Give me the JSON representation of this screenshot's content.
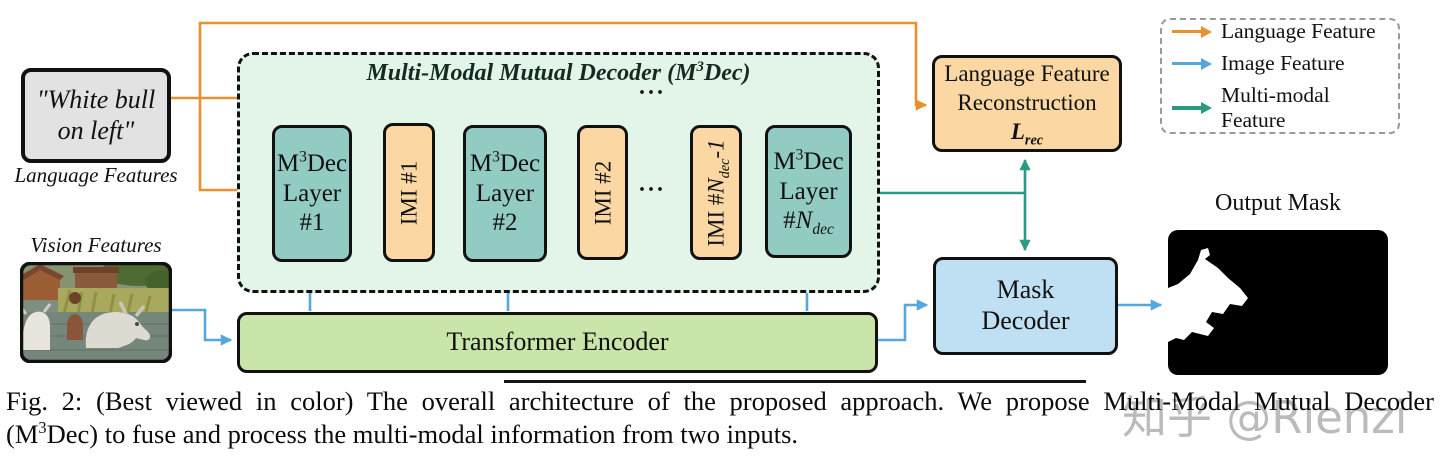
{
  "figure": {
    "caption_line1": "Fig. 2: (Best viewed in color) The overall architecture of the proposed approach. We propose Multi-Modal Mutual Decoder",
    "caption_line2_pre": "(M",
    "caption_line2_sup": "3",
    "caption_line2_post": "Dec) to fuse and process the multi-modal information from two inputs.",
    "watermark": "知乎 @Rienzi"
  },
  "inputs": {
    "language_text_line1": "\"White bull",
    "language_text_line2": "on left\"",
    "language_label": "Language Features",
    "vision_label": "Vision Features"
  },
  "decoder": {
    "title_pre": "Multi-Modal Mutual Decoder (M",
    "title_sup": "3",
    "title_post": "Dec)",
    "dots": "···",
    "layer1": {
      "m": "M",
      "sup": "3",
      "dec": "Dec",
      "word": "Layer",
      "num": "#1"
    },
    "layer2": {
      "m": "M",
      "sup": "3",
      "dec": "Dec",
      "word": "Layer",
      "num": "#2"
    },
    "layerN": {
      "m": "M",
      "sup": "3",
      "dec": "Dec",
      "word": "Layer",
      "hash": "#",
      "n": "N",
      "sub": "dec"
    },
    "imi1": "IMI #1",
    "imi2": "IMI #2",
    "imiN": {
      "pre": "IMI #",
      "n": "N",
      "sub": "dec",
      "post": "-1"
    }
  },
  "encoder": {
    "label": "Transformer Encoder"
  },
  "reconstruction": {
    "line1": "Language Feature",
    "line2": "Reconstruction",
    "loss_l": "L",
    "loss_sub": "rec"
  },
  "mask_decoder": {
    "line1": "Mask",
    "line2": "Decoder"
  },
  "output": {
    "label": "Output Mask"
  },
  "legend": {
    "items": [
      {
        "label": "Language Feature",
        "color": "#E8912E"
      },
      {
        "label": "Image Feature",
        "color": "#55A7DC"
      },
      {
        "label": "Multi-modal Feature",
        "color": "#2A9B82"
      }
    ]
  },
  "colors": {
    "language_arrow": "#E8912E",
    "image_arrow": "#55A7DC",
    "multimodal_arrow": "#2A9B82",
    "decoder_background": "#E3F5E8",
    "layer_fill": "#92CBC2",
    "imi_fill": "#FAD7A3",
    "encoder_fill": "#C9E5A9",
    "reconstruction_fill": "#FAD7A3",
    "mask_decoder_fill": "#BFE0F2",
    "language_input_fill": "#E2E2E2",
    "mask_background": "#000000"
  }
}
